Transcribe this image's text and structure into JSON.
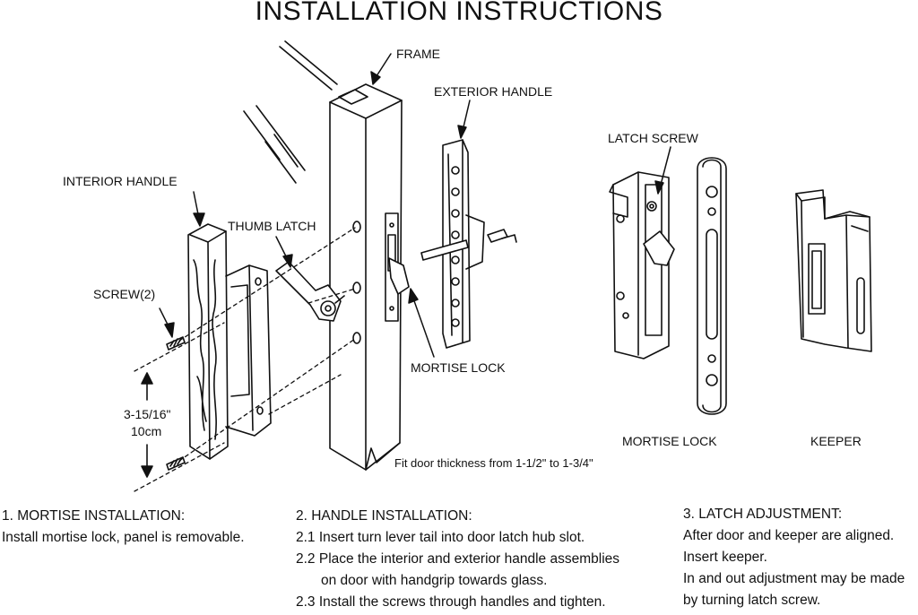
{
  "title": "INSTALLATION INSTRUCTIONS",
  "labels": {
    "frame": "FRAME",
    "exterior_handle": "EXTERIOR HANDLE",
    "latch_screw": "LATCH SCREW",
    "interior_handle": "INTERIOR HANDLE",
    "thumb_latch": "THUMB LATCH",
    "screw": "SCREW(2)",
    "dim_in": "3-15/16\"",
    "dim_cm": "10cm",
    "mortise_lock_a": "MORTISE LOCK",
    "mortise_lock_b": "MORTISE LOCK",
    "keeper": "KEEPER",
    "door_thickness": "Fit door thickness from 1-1/2\" to 1-3/4\""
  },
  "steps": [
    {
      "heading": "1. MORTISE INSTALLATION:",
      "lines": [
        "Install mortise lock, panel is removable."
      ]
    },
    {
      "heading": "2. HANDLE INSTALLATION:",
      "lines": [
        "2.1 Insert turn lever tail into door latch hub slot.",
        "2.2 Place the interior and exterior handle assemblies",
        "on door with handgrip towards glass.",
        "2.3 Install the screws through handles and tighten."
      ]
    },
    {
      "heading": "3. LATCH ADJUSTMENT:",
      "lines": [
        "After door and keeper are aligned.",
        "Insert keeper.",
        "In and out adjustment may be made",
        "by turning latch screw."
      ]
    }
  ]
}
